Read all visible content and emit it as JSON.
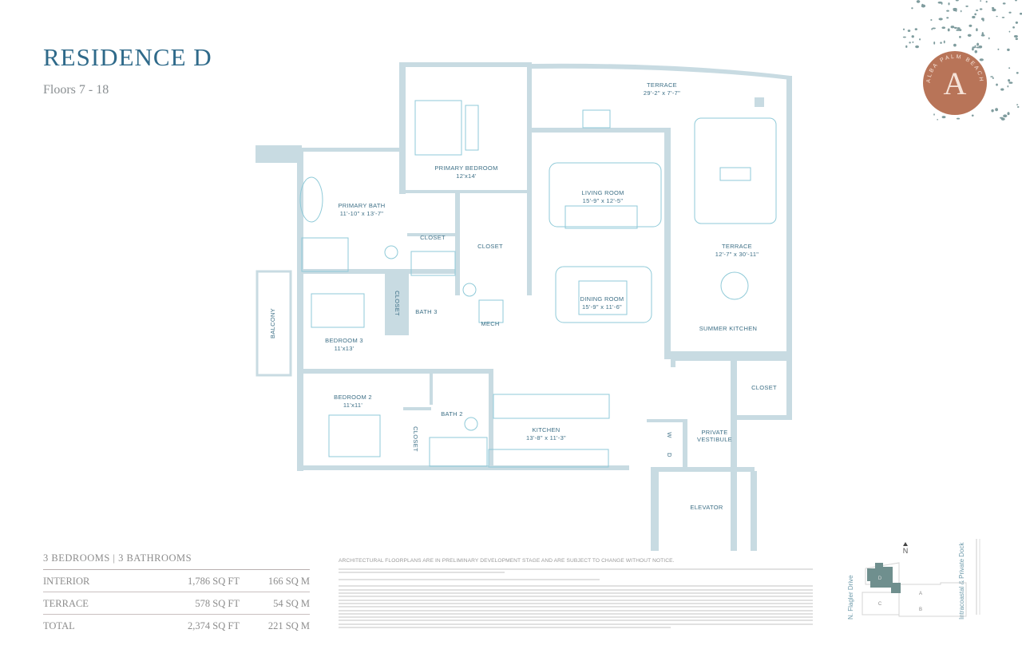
{
  "header": {
    "title": "RESIDENCE D",
    "subtitle": "Floors 7 - 18"
  },
  "brand": {
    "monogram": "A",
    "ring_text": "ALBA PALM BEACH",
    "color": "#b87458",
    "pattern_color": "#7f9c9e"
  },
  "colors": {
    "title": "#2f6a8a",
    "wall": "#c8dbe2",
    "label": "#3d6f86",
    "furniture": "#8fcad8"
  },
  "rooms": {
    "terrace_top": {
      "name": "TERRACE",
      "dim": "29'-2\" x 7'-7\""
    },
    "primary_bedroom": {
      "name": "PRIMARY BEDROOM",
      "dim": "12'x14'"
    },
    "primary_bath": {
      "name": "PRIMARY BATH",
      "dim": "11'-10\" x 13'-7\""
    },
    "living_room": {
      "name": "LIVING ROOM",
      "dim": "15'-9\" x 12'-5\""
    },
    "terrace_right": {
      "name": "TERRACE",
      "dim": "12'-7\" x 30'-11\""
    },
    "closet_a": {
      "name": "CLOSET"
    },
    "closet_b": {
      "name": "CLOSET"
    },
    "closet_c": {
      "name": "CLOSET"
    },
    "closet_d": {
      "name": "CLOSET"
    },
    "closet_e": {
      "name": "CLOSET"
    },
    "dining_room": {
      "name": "DINING ROOM",
      "dim": "15'-9\" x 11'-6\""
    },
    "bath_3": {
      "name": "BATH 3"
    },
    "mech": {
      "name": "MECH"
    },
    "balcony": {
      "name": "BALCONY"
    },
    "bedroom_3": {
      "name": "BEDROOM 3",
      "dim": "11'x13'"
    },
    "summer_kitchen": {
      "name": "SUMMER KITCHEN"
    },
    "bedroom_2": {
      "name": "BEDROOM 2",
      "dim": "11'x11'"
    },
    "bath_2": {
      "name": "BATH 2"
    },
    "kitchen": {
      "name": "KITCHEN",
      "dim": "13'-8\" x 11'-3\""
    },
    "washer": {
      "name": "W"
    },
    "dryer": {
      "name": "D"
    },
    "private_vestibule": {
      "name": "PRIVATE",
      "name2": "VESTIBULE"
    },
    "elevator": {
      "name": "ELEVATOR"
    }
  },
  "summary": {
    "heading": "3 BEDROOMS |  3 BATHROOMS",
    "rows": [
      {
        "label": "INTERIOR",
        "sqft": "1,786 SQ FT",
        "sqm": "166 SQ M"
      },
      {
        "label": "TERRACE",
        "sqft": "578 SQ FT",
        "sqm": "54 SQ M"
      },
      {
        "label": "TOTAL",
        "sqft": "2,374 SQ FT",
        "sqm": "221 SQ M"
      }
    ]
  },
  "disclaimer": {
    "heading": "ARCHITECTURAL FLOORPLANS ARE IN PRELIMINARY DEVELOPMENT STAGE AND ARE SUBJECT TO CHANGE WITHOUT NOTICE."
  },
  "keyplan": {
    "north": "N",
    "street_west": "N. Flagler Drive",
    "street_east": "Intracoastal & Private Dock",
    "units": [
      "A",
      "B",
      "C",
      "D"
    ],
    "highlighted_unit": "D",
    "highlight_color": "#6f8f8e"
  }
}
